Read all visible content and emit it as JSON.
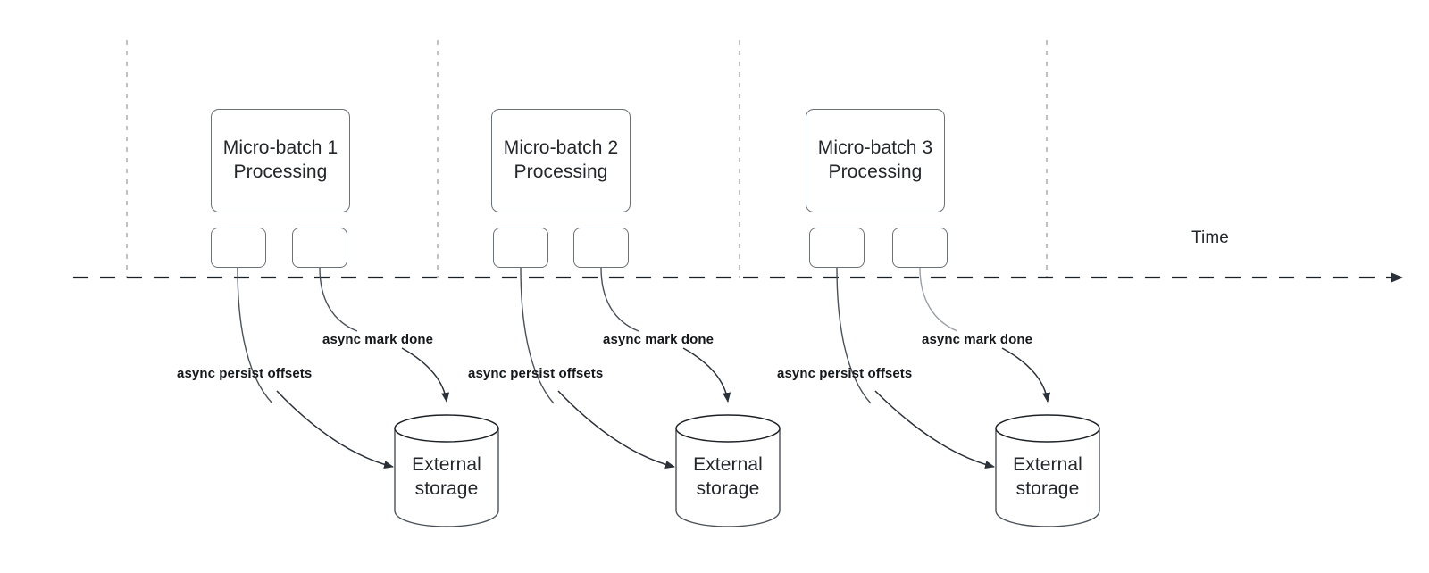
{
  "diagram": {
    "title_text": "",
    "colors": {
      "stroke": "#6b7177",
      "stroke_dark": "#1c2126",
      "guide": "#b3b3b3",
      "text": "#23272b",
      "background": "#ffffff"
    },
    "timeline": {
      "axis_label": "Time",
      "axis_style": "dashed-arrow-right"
    },
    "guides": [
      {
        "name": "guide-1"
      },
      {
        "name": "guide-2"
      },
      {
        "name": "guide-3"
      },
      {
        "name": "guide-4"
      }
    ],
    "groups": [
      {
        "id": "group-1",
        "process_label": "Micro-batch 1\nProcessing",
        "process_line1": "Micro-batch 1",
        "process_line2": "Processing",
        "task_boxes": [
          {
            "name": "task-box-left",
            "label": ""
          },
          {
            "name": "task-box-right",
            "label": ""
          }
        ],
        "edges": [
          {
            "name": "async-persist-offsets",
            "label": "async persist offsets"
          },
          {
            "name": "async-mark-done",
            "label": "async mark done"
          }
        ],
        "storage": {
          "label_line1": "External",
          "label_line2": "storage",
          "shape": "cylinder"
        }
      },
      {
        "id": "group-2",
        "process_label": "Micro-batch 2\nProcessing",
        "process_line1": "Micro-batch 2",
        "process_line2": "Processing",
        "task_boxes": [
          {
            "name": "task-box-left",
            "label": ""
          },
          {
            "name": "task-box-right",
            "label": ""
          }
        ],
        "edges": [
          {
            "name": "async-persist-offsets",
            "label": "async persist offsets"
          },
          {
            "name": "async-mark-done",
            "label": "async mark done"
          }
        ],
        "storage": {
          "label_line1": "External",
          "label_line2": "storage",
          "shape": "cylinder"
        }
      },
      {
        "id": "group-3",
        "process_label": "Micro-batch 3\nProcessing",
        "process_line1": "Micro-batch 3",
        "process_line2": "Processing",
        "task_boxes": [
          {
            "name": "task-box-left",
            "label": ""
          },
          {
            "name": "task-box-right",
            "label": ""
          }
        ],
        "edges": [
          {
            "name": "async-persist-offsets",
            "label": "async persist offsets"
          },
          {
            "name": "async-mark-done",
            "label": "async mark done"
          }
        ],
        "storage": {
          "label_line1": "External",
          "label_line2": "storage",
          "shape": "cylinder"
        }
      }
    ]
  }
}
